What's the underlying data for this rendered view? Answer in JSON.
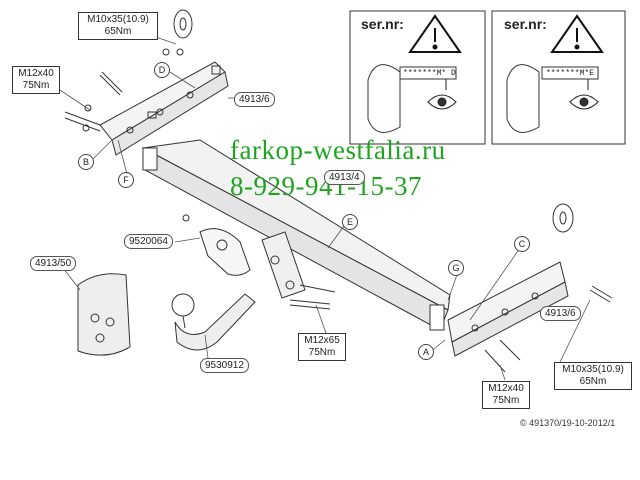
{
  "watermark": {
    "site": "farkop-westfalia.ru",
    "phone": "8-929-941-15-37",
    "color": "#1ea51e"
  },
  "callouts": {
    "bolt_top": [
      "M10x35(10.9)",
      "65Nm"
    ],
    "bolt_left": [
      "M12x40",
      "75Nm"
    ],
    "bolt_center": [
      "M12x65",
      "75Nm"
    ],
    "bolt_bottom": [
      "M12x40",
      "75Nm"
    ],
    "bolt_right": [
      "M10x35(10.9)",
      "65Nm"
    ]
  },
  "parts": {
    "bracket_left": "4913/6",
    "crossbar": "4913/4",
    "bracket_right": "4913/6",
    "cover": "4913/50",
    "socket_plate": "9520064",
    "ball": "9530912"
  },
  "letters": [
    "A",
    "B",
    "C",
    "D",
    "E",
    "F",
    "G"
  ],
  "ser_panels": [
    {
      "title": "ser.nr:",
      "code": "*******M* D"
    },
    {
      "title": "ser.nr:",
      "code": "*******M*E"
    }
  ],
  "icons": [
    "warning-icon",
    "eye-icon"
  ],
  "copyright": "© 491370/19-10-2012/1"
}
